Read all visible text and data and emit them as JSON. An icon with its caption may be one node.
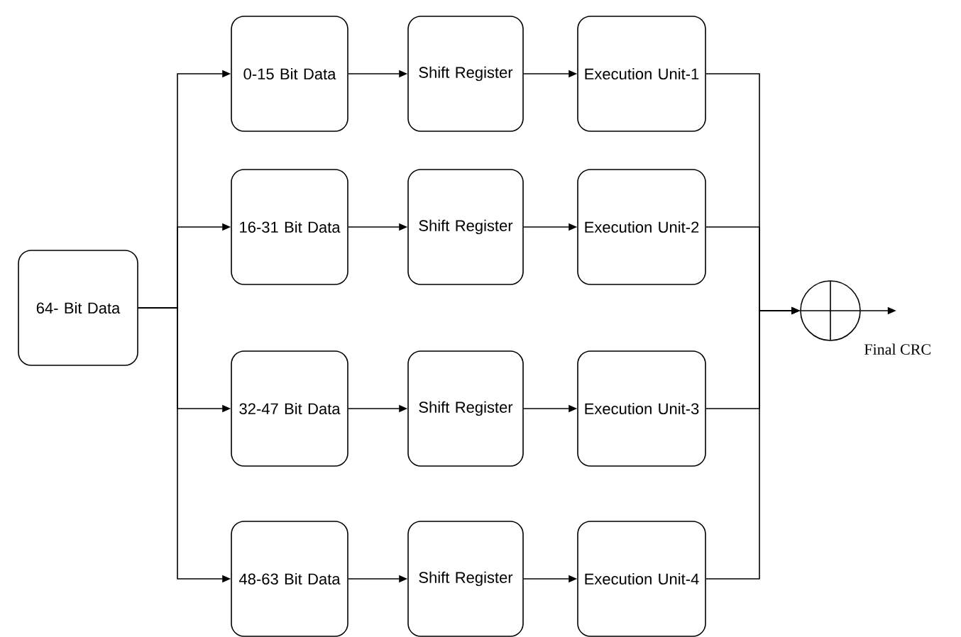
{
  "diagram": {
    "nodes": [
      {
        "text": [
          "64- Bit Data"
        ]
      },
      {
        "text": [
          "0-15 Bit Data"
        ]
      },
      {
        "text": [
          "16-31 Bit Data"
        ]
      },
      {
        "text": [
          "32-47 Bit Data"
        ]
      },
      {
        "text": [
          "48-63 Bit Data"
        ]
      },
      {
        "text": [
          "Shift Register"
        ]
      },
      {
        "text": [
          "Shift Register"
        ]
      },
      {
        "text": [
          "Shift Register"
        ]
      },
      {
        "text": [
          "Shift Register"
        ]
      },
      {
        "text": [
          "Execution Unit-1"
        ]
      },
      {
        "text": [
          "Execution Unit-2"
        ]
      },
      {
        "text": [
          "Execution Unit-3"
        ]
      },
      {
        "text": [
          "Execution Unit-4"
        ]
      },
      {
        "text": [],
        "shape": "circle",
        "beside": [
          "Final CRC"
        ]
      }
    ],
    "edges": [
      {
        "from": 0,
        "to": 1,
        "arrow": "to"
      },
      {
        "from": 0,
        "to": 2,
        "arrow": "to"
      },
      {
        "from": 0,
        "to": 3,
        "arrow": "to"
      },
      {
        "from": 0,
        "to": 4,
        "arrow": "to"
      },
      {
        "from": 1,
        "to": 5,
        "arrow": "to"
      },
      {
        "from": 2,
        "to": 6,
        "arrow": "to"
      },
      {
        "from": 3,
        "to": 7,
        "arrow": "to"
      },
      {
        "from": 4,
        "to": 8,
        "arrow": "to"
      },
      {
        "from": 5,
        "to": 9,
        "arrow": "to"
      },
      {
        "from": 6,
        "to": 10,
        "arrow": "to"
      },
      {
        "from": 7,
        "to": 11,
        "arrow": "to"
      },
      {
        "from": 8,
        "to": 12,
        "arrow": "to"
      },
      {
        "from": 9,
        "to": 13,
        "arrow": "to"
      },
      {
        "from": 10,
        "to": 13,
        "arrow": "to"
      },
      {
        "from": 11,
        "to": 13,
        "arrow": "to"
      },
      {
        "from": 12,
        "to": 13,
        "arrow": "to"
      },
      {
        "from": 13,
        "to": null,
        "arrow": "to"
      }
    ]
  }
}
